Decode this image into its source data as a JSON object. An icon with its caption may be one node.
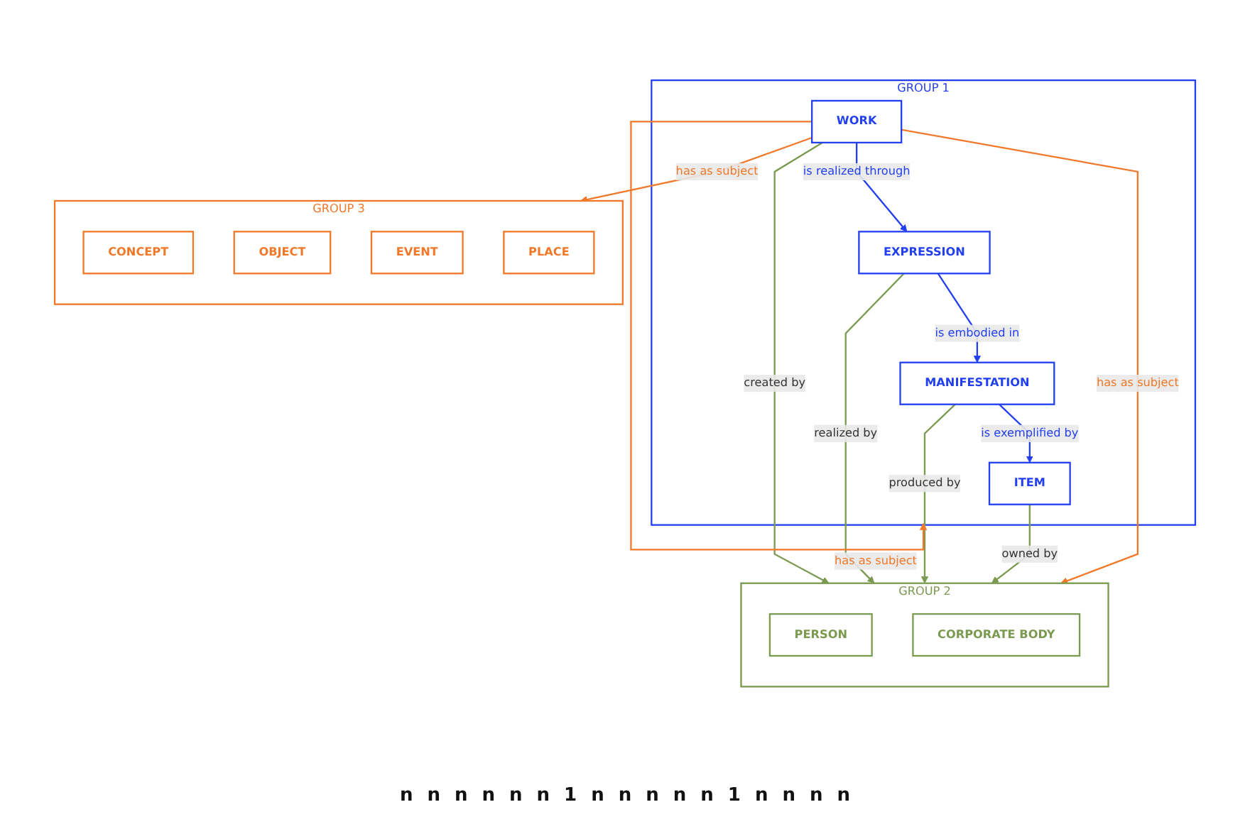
{
  "diagram": {
    "nodes": [
      {
        "text": [
          "GROUP 1"
        ]
      },
      {
        "text": [
          "WORK"
        ],
        "in": 0
      },
      {
        "text": [
          "EXPRESSION"
        ],
        "in": 0
      },
      {
        "text": [
          "MANIFESTATION"
        ],
        "in": 0
      },
      {
        "text": [
          "ITEM"
        ],
        "in": 0
      },
      {
        "text": [
          "GROUP 2"
        ]
      },
      {
        "text": [
          "PERSON"
        ],
        "in": 5
      },
      {
        "text": [
          "CORPORATE BODY"
        ],
        "in": 5
      },
      {
        "text": [
          "GROUP 3"
        ]
      },
      {
        "text": [
          "CONCEPT"
        ],
        "in": 8
      },
      {
        "text": [
          "OBJECT"
        ],
        "in": 8
      },
      {
        "text": [
          "EVENT"
        ],
        "in": 8
      },
      {
        "text": [
          "PLACE"
        ],
        "in": 8
      }
    ],
    "edges": [
      {
        "from": 1,
        "to": 2,
        "arrow": "to",
        "label": "is realized through",
        "color": "#2340f0"
      },
      {
        "from": 2,
        "to": 3,
        "arrow": "to",
        "label": "is embodied in",
        "color": "#2340f0"
      },
      {
        "from": 3,
        "to": 4,
        "arrow": "to",
        "label": "is exemplified by",
        "color": "#2340f0"
      },
      {
        "from": 1,
        "to": 5,
        "arrow": "to",
        "label": "created by"
      },
      {
        "from": 2,
        "to": 5,
        "arrow": "to",
        "label": "realized by"
      },
      {
        "from": 3,
        "to": 5,
        "arrow": "to",
        "label": "produced by"
      },
      {
        "from": 4,
        "to": 5,
        "arrow": "to",
        "label": "owned by"
      },
      {
        "from": 1,
        "to": 5,
        "arrow": "to",
        "label": "has as subject",
        "color": "#f07828"
      },
      {
        "from": 1,
        "to": 0,
        "arrow": "to",
        "label": "has as subject",
        "color": "#f07828"
      },
      {
        "from": 1,
        "to": 8,
        "arrow": "to",
        "label": "has as subject",
        "color": "#f07828"
      }
    ],
    "labels": [
      "n",
      "n",
      "n",
      "n",
      "n",
      "n",
      "1",
      "n",
      "n",
      "n",
      "n",
      "n",
      "1",
      "n",
      "n",
      "n",
      "n"
    ]
  }
}
